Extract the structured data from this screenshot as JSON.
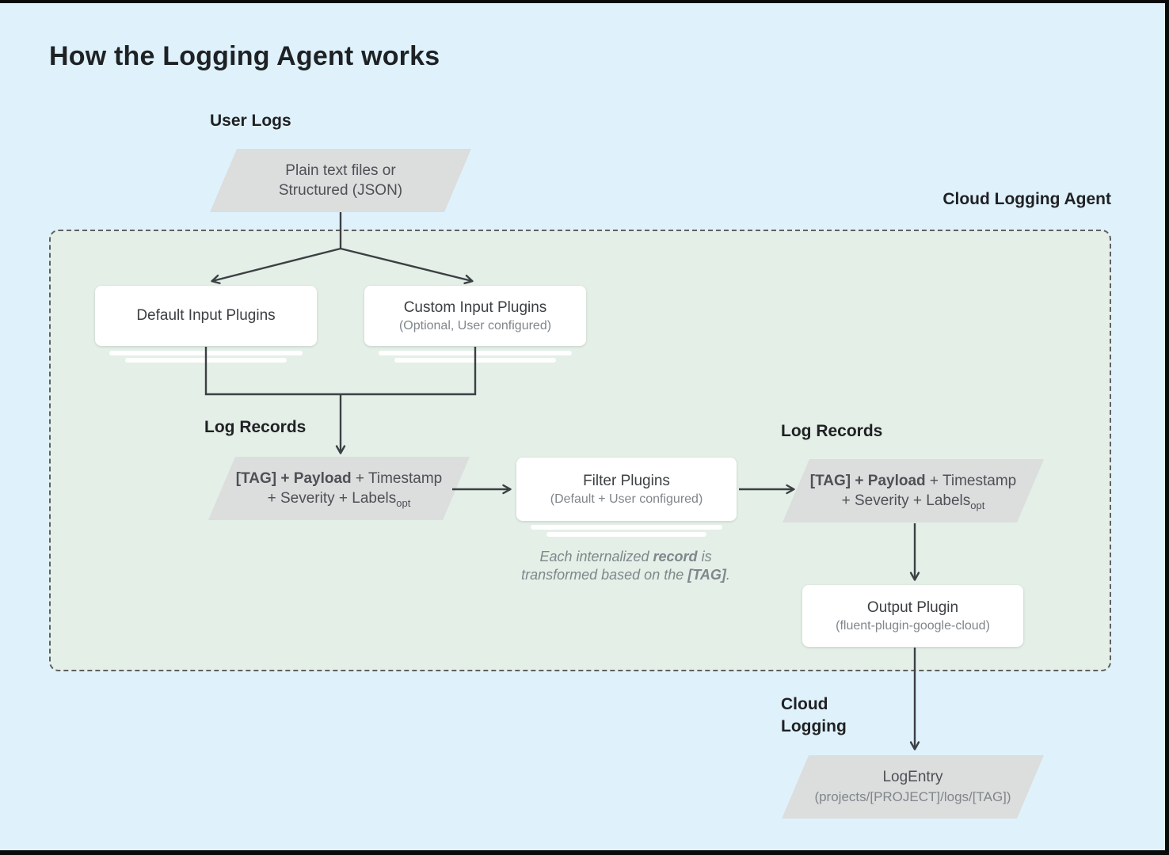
{
  "title": "How the Logging Agent works",
  "labels": {
    "user_logs": "User Logs",
    "cloud_logging_agent": "Cloud Logging Agent",
    "log_records_left": "Log Records",
    "log_records_right": "Log Records",
    "cloud_logging_line1": "Cloud",
    "cloud_logging_line2": "Logging"
  },
  "nodes": {
    "user_logs_input": {
      "line1": "Plain text files or",
      "line2": "Structured (JSON)"
    },
    "default_input_plugins": {
      "title": "Default Input Plugins"
    },
    "custom_input_plugins": {
      "title": "Custom Input Plugins",
      "subtitle": "(Optional, User configured)"
    },
    "log_record_left": {
      "bold": "[TAG] + Payload",
      "rest": " + Timestamp",
      "line2": "+ Severity + Labels",
      "subscript": "opt"
    },
    "filter_plugins": {
      "title": "Filter Plugins",
      "subtitle": "(Default + User configured)"
    },
    "log_record_right": {
      "bold": "[TAG] + Payload",
      "rest": " + Timestamp",
      "line2": "+ Severity + Labels",
      "subscript": "opt"
    },
    "output_plugin": {
      "title": "Output Plugin",
      "subtitle": "(fluent-plugin-google-cloud)"
    },
    "log_entry": {
      "title": "LogEntry",
      "subtitle": "(projects/[PROJECT]/logs/[TAG])"
    }
  },
  "caption": {
    "line1_pre": "Each internalized ",
    "line1_bold": "record",
    "line1_post": " is",
    "line2_pre": "transformed based on the ",
    "line2_bold": "[TAG]",
    "line2_post": "."
  },
  "colors": {
    "page_background": "#dff2fc",
    "agent_region_fill": "#e3efe7",
    "agent_region_border": "#5d6063",
    "parallelogram_fill": "#dcdddd",
    "node_fill": "#ffffff",
    "arrow": "#3c4043",
    "primary_text": "#202124",
    "secondary_text": "#80868b"
  }
}
